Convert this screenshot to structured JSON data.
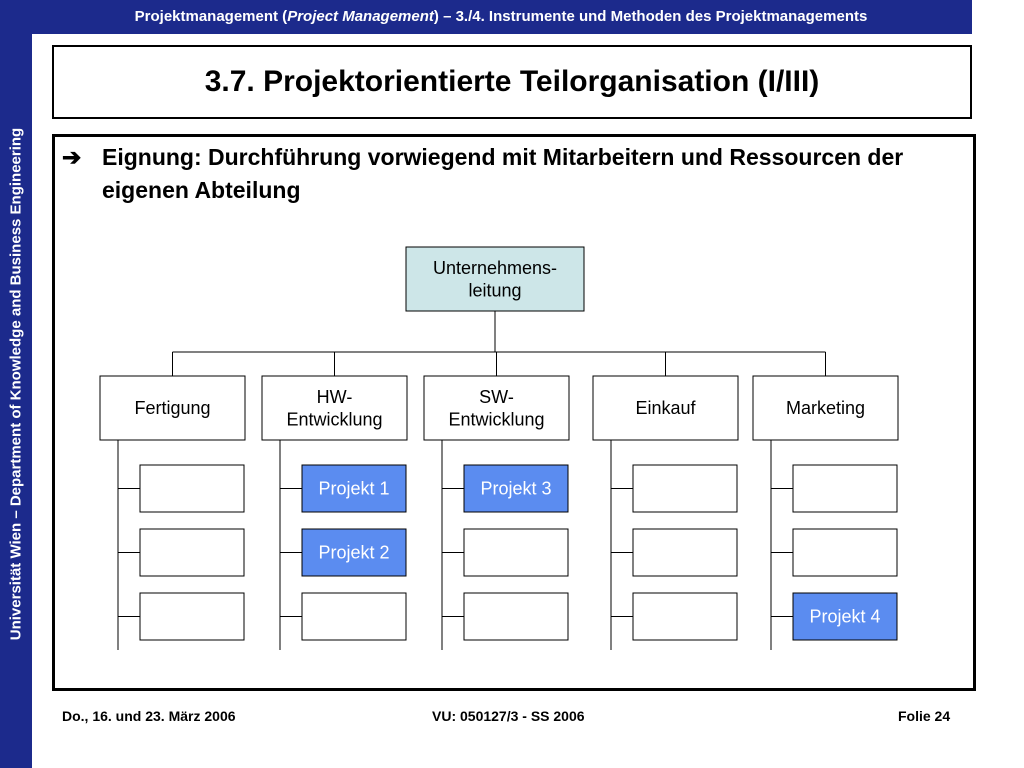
{
  "header": {
    "prefix": "Projektmanagement (",
    "italic": "Project Management",
    "suffix": ") – 3./4. Instrumente und Methoden des Projektmanagements"
  },
  "sidebar_text": "Universität Wien – Department of Knowledge and Business Engineering",
  "slide_title": "3.7. Projektorientierte Teilorganisation (I/III)",
  "bullet": "Eignung: Durchführung vorwiegend mit Mitarbeitern und Ressourcen der eigenen Abteilung",
  "org_chart": {
    "root": [
      "Unternehmens-",
      "leitung"
    ],
    "departments": [
      {
        "label": [
          "Fertigung"
        ],
        "slots": [
          "",
          "",
          ""
        ]
      },
      {
        "label": [
          "HW-",
          "Entwicklung"
        ],
        "slots": [
          "Projekt 1",
          "Projekt 2",
          ""
        ]
      },
      {
        "label": [
          "SW-",
          "Entwicklung"
        ],
        "slots": [
          "Projekt 3",
          "",
          ""
        ]
      },
      {
        "label": [
          "Einkauf"
        ],
        "slots": [
          "",
          "",
          ""
        ]
      },
      {
        "label": [
          "Marketing"
        ],
        "slots": [
          "",
          "",
          "Projekt 4"
        ]
      }
    ],
    "colors": {
      "root_fill": "#cde6e8",
      "project_fill": "#5b8cf0",
      "project_text": "#ffffff"
    }
  },
  "footer": {
    "left": "Do., 16. und 23. März 2006",
    "center": "VU: 050127/3 - SS 2006",
    "right": "Folie 24"
  }
}
